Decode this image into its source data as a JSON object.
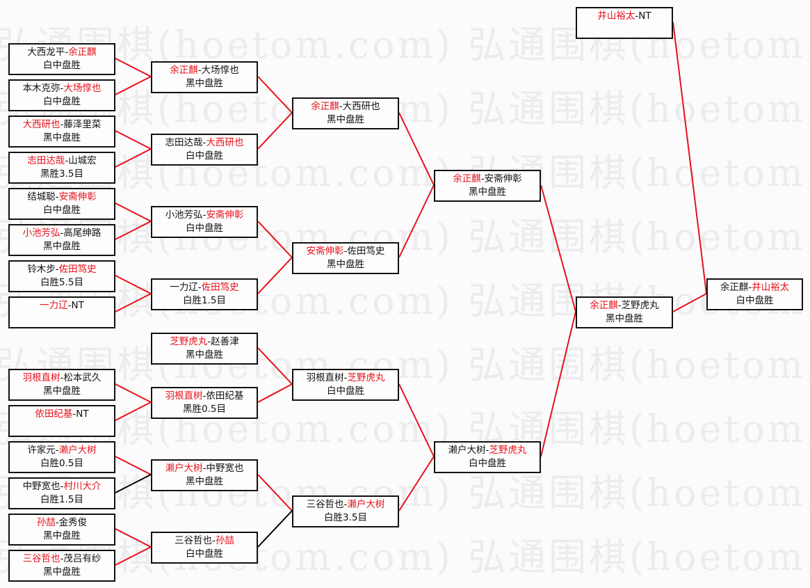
{
  "watermark": "弘通围棋(hoetom.com) 弘通围棋(hoetom.com)",
  "colors": {
    "winner": "#e8101a",
    "line_win": "#e8101a",
    "line_lose": "#000000",
    "border": "#111111"
  },
  "boxes": [
    {
      "id": "r1-1",
      "parts": [
        {
          "t": "大西龙平-",
          "red": false
        },
        {
          "t": "余正麒",
          "red": true
        }
      ],
      "result": "白中盘胜"
    },
    {
      "id": "r1-2",
      "parts": [
        {
          "t": "本木克弥-",
          "red": false
        },
        {
          "t": "大场惇也",
          "red": true
        }
      ],
      "result": "白中盘胜"
    },
    {
      "id": "r1-3",
      "parts": [
        {
          "t": "大西研也",
          "red": true
        },
        {
          "t": "-藤泽里菜",
          "red": false
        }
      ],
      "result": "黑中盘胜"
    },
    {
      "id": "r1-4",
      "parts": [
        {
          "t": "志田达哉",
          "red": true
        },
        {
          "t": "-山城宏",
          "red": false
        }
      ],
      "result": "黑胜3.5目"
    },
    {
      "id": "r1-5",
      "parts": [
        {
          "t": "结城聪-",
          "red": false
        },
        {
          "t": "安斋伸彰",
          "red": true
        }
      ],
      "result": "白中盘胜"
    },
    {
      "id": "r1-6",
      "parts": [
        {
          "t": "小池芳弘",
          "red": true
        },
        {
          "t": "-高尾绅路",
          "red": false
        }
      ],
      "result": "黑中盘胜"
    },
    {
      "id": "r1-7",
      "parts": [
        {
          "t": "铃木步-",
          "red": false
        },
        {
          "t": "佐田笃史",
          "red": true
        }
      ],
      "result": "白胜5.5目"
    },
    {
      "id": "r1-8",
      "parts": [
        {
          "t": "一力辽",
          "red": true
        },
        {
          "t": "-NT",
          "red": false
        }
      ],
      "result": ""
    },
    {
      "id": "r1-9",
      "parts": [
        {
          "t": "羽根直树",
          "red": true
        },
        {
          "t": "-松本武久",
          "red": false
        }
      ],
      "result": "黑中盘胜"
    },
    {
      "id": "r1-10",
      "parts": [
        {
          "t": "依田纪基",
          "red": true
        },
        {
          "t": "-NT",
          "red": false
        }
      ],
      "result": ""
    },
    {
      "id": "r1-11",
      "parts": [
        {
          "t": "许家元-",
          "red": false
        },
        {
          "t": "濑户大树",
          "red": true
        }
      ],
      "result": "白胜0.5目"
    },
    {
      "id": "r1-12",
      "parts": [
        {
          "t": "中野宽也-",
          "red": false
        },
        {
          "t": "村川大介",
          "red": true
        }
      ],
      "result": "白胜1.5目"
    },
    {
      "id": "r1-13",
      "parts": [
        {
          "t": "孙喆",
          "red": true
        },
        {
          "t": "-金秀俊",
          "red": false
        }
      ],
      "result": "黑中盘胜"
    },
    {
      "id": "r1-14",
      "parts": [
        {
          "t": "三谷哲也",
          "red": true
        },
        {
          "t": "-茂吕有纱",
          "red": false
        }
      ],
      "result": "黑中盘胜"
    },
    {
      "id": "r2-1",
      "parts": [
        {
          "t": "余正麒",
          "red": true
        },
        {
          "t": "-大场惇也",
          "red": false
        }
      ],
      "result": "黑中盘胜"
    },
    {
      "id": "r2-2",
      "parts": [
        {
          "t": "志田达哉-",
          "red": false
        },
        {
          "t": "大西研也",
          "red": true
        }
      ],
      "result": "白中盘胜"
    },
    {
      "id": "r2-3",
      "parts": [
        {
          "t": "小池芳弘-",
          "red": false
        },
        {
          "t": "安斋伸彰",
          "red": true
        }
      ],
      "result": "白中盘胜"
    },
    {
      "id": "r2-4",
      "parts": [
        {
          "t": "一力辽-",
          "red": false
        },
        {
          "t": "佐田笃史",
          "red": true
        }
      ],
      "result": "白胜1.5目"
    },
    {
      "id": "r2-5",
      "parts": [
        {
          "t": "芝野虎丸",
          "red": true
        },
        {
          "t": "-赵善津",
          "red": false
        }
      ],
      "result": "黑中盘胜"
    },
    {
      "id": "r2-6",
      "parts": [
        {
          "t": "羽根直树",
          "red": true
        },
        {
          "t": "-依田纪基",
          "red": false
        }
      ],
      "result": "黑胜0.5目"
    },
    {
      "id": "r2-7",
      "parts": [
        {
          "t": "濑户大树",
          "red": true
        },
        {
          "t": "-中野宽也",
          "red": false
        }
      ],
      "result": "黑中盘胜"
    },
    {
      "id": "r2-8",
      "parts": [
        {
          "t": "三谷哲也-",
          "red": false
        },
        {
          "t": "孙喆",
          "red": true
        }
      ],
      "result": "白中盘胜"
    },
    {
      "id": "r3-1",
      "parts": [
        {
          "t": "余正麒",
          "red": true
        },
        {
          "t": "-大西研也",
          "red": false
        }
      ],
      "result": "黑中盘胜"
    },
    {
      "id": "r3-2",
      "parts": [
        {
          "t": "安斋伸彰",
          "red": true
        },
        {
          "t": "-佐田笃史",
          "red": false
        }
      ],
      "result": "黑中盘胜"
    },
    {
      "id": "r3-3",
      "parts": [
        {
          "t": "羽根直树-",
          "red": false
        },
        {
          "t": "芝野虎丸",
          "red": true
        }
      ],
      "result": "白中盘胜"
    },
    {
      "id": "r3-4",
      "parts": [
        {
          "t": "三谷哲也-",
          "red": false
        },
        {
          "t": "濑户大树",
          "red": true
        }
      ],
      "result": "白胜3.5目"
    },
    {
      "id": "r4-1",
      "parts": [
        {
          "t": "余正麒",
          "red": true
        },
        {
          "t": "-安斋伸彰",
          "red": false
        }
      ],
      "result": "黑中盘胜"
    },
    {
      "id": "r4-2",
      "parts": [
        {
          "t": "濑户大树-",
          "red": false
        },
        {
          "t": "芝野虎丸",
          "red": true
        }
      ],
      "result": "白中盘胜"
    },
    {
      "id": "r5-1",
      "parts": [
        {
          "t": "余正麒",
          "red": true
        },
        {
          "t": "-芝野虎丸",
          "red": false
        }
      ],
      "result": "黑中盘胜"
    },
    {
      "id": "seed",
      "parts": [
        {
          "t": "井山裕太",
          "red": true
        },
        {
          "t": "-NT",
          "red": false
        }
      ],
      "result": ""
    },
    {
      "id": "final",
      "parts": [
        {
          "t": "余正麒-",
          "red": false
        },
        {
          "t": "井山裕太",
          "red": true
        }
      ],
      "result": "白中盘胜"
    }
  ]
}
